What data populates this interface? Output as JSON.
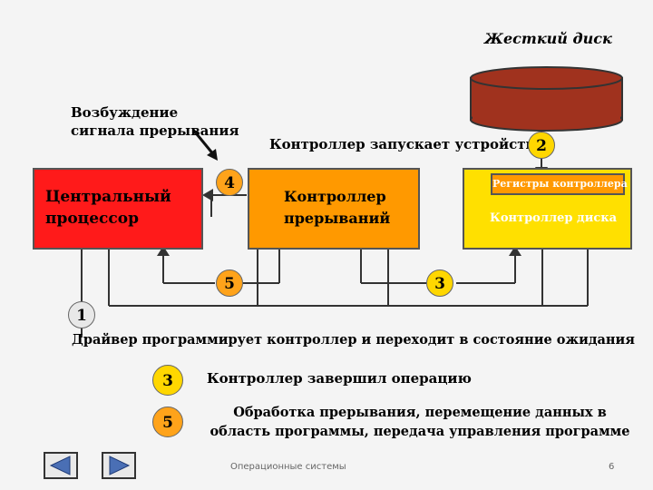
{
  "disk": {
    "label": "Жесткий диск"
  },
  "interrupt_signal": {
    "text": "Возбуждение сигнала прерывания"
  },
  "controller_starts": {
    "text": "Контроллер запускает устройство"
  },
  "cpu": {
    "label": "Центральный процессор"
  },
  "interrupt_controller": {
    "label": "Контроллер прерываний"
  },
  "disk_controller": {
    "registers_label": "Регистры контроллера",
    "label": "Контроллер диска"
  },
  "markers": {
    "m1": "1",
    "m2": "2",
    "m3": "3",
    "m4": "4",
    "m5": "5"
  },
  "driver_text": "Драйвер программирует контроллер и переходит в состояние ожидания",
  "legend": [
    {
      "num": "3",
      "text": "Контроллер завершил операцию"
    },
    {
      "num": "5",
      "text": "Обработка прерывания, перемещение данных в область программы, передача управления программе"
    }
  ],
  "footer": {
    "title": "Операционные системы",
    "page": "6"
  },
  "colors": {
    "cpu": "#ff1a1a",
    "interrupt_controller": "#ff9900",
    "disk_controller": "#ffe000",
    "disk": "#a0321e"
  }
}
